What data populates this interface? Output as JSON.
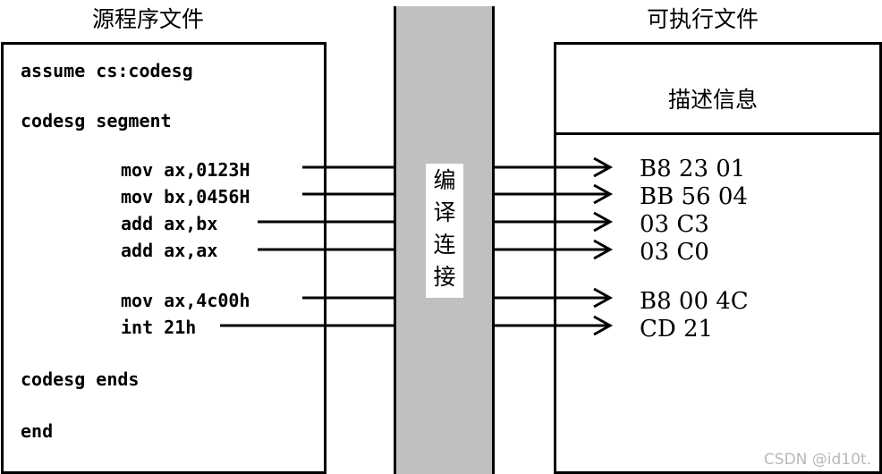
{
  "titles": {
    "source": "源程序文件",
    "executable": "可执行文件"
  },
  "source_code": {
    "line_assume": "assume cs:codesg",
    "line_segment": "codesg segment",
    "instructions": [
      "mov ax,0123H",
      "mov bx,0456H",
      "add ax,bx",
      "add ax,ax",
      "mov ax,4c00h",
      "int 21h"
    ],
    "line_ends": "codesg ends",
    "line_end": "end"
  },
  "process_label": {
    "chars": [
      "编",
      "译",
      "连",
      "接"
    ]
  },
  "executable": {
    "description": "描述信息",
    "machine_code": [
      "B8 23 01",
      "BB 56 04",
      "03 C3",
      "03 C0",
      "B8 00 4C",
      "CD 21"
    ]
  },
  "watermark": "CSDN @id10t."
}
